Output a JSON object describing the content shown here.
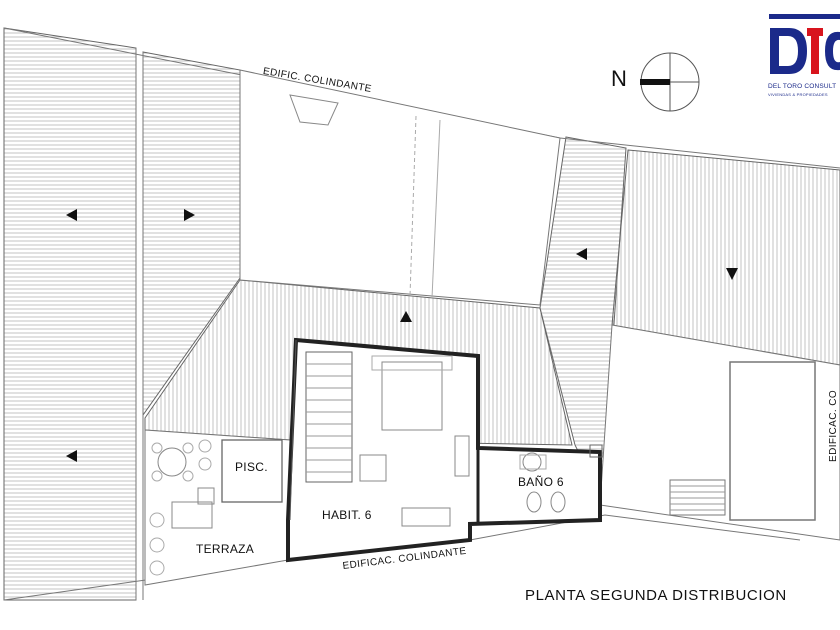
{
  "drawing": {
    "title": "PLANTA SEGUNDA DISTRIBUCION",
    "north_label": "N",
    "rooms": {
      "habit": "HABIT. 6",
      "bano": "BAÑO 6",
      "pisc": "PISC.",
      "terraza": "TERRAZA"
    },
    "neighbour_labels": {
      "top": "EDIFIC. COLINDANTE",
      "bottom": "EDIFICAC. COLINDANTE",
      "right": "EDIFICAC. CO"
    }
  },
  "logo": {
    "mark": "DTC",
    "name": "DEL TORO CONSULT",
    "tagline": "VIVIENDAS & PROPIEDADES",
    "colors": {
      "blue": "#1b2a8a",
      "red": "#d8141e"
    }
  },
  "icons": [
    "north-arrow-icon",
    "slope-arrow-icon"
  ]
}
